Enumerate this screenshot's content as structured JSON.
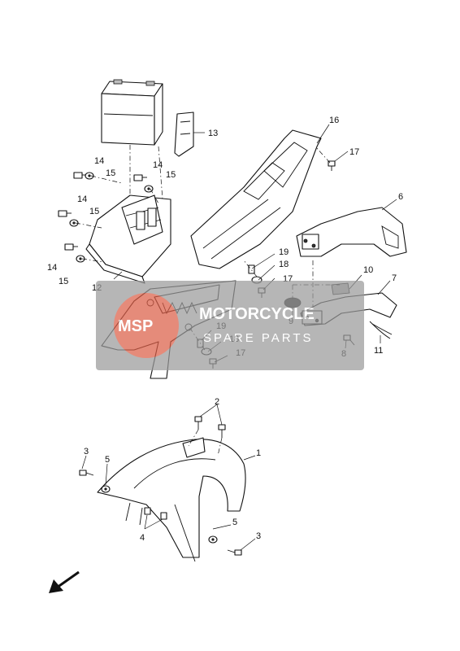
{
  "diagram": {
    "callouts": [
      {
        "id": "c1",
        "text": "1"
      },
      {
        "id": "c2",
        "text": "2"
      },
      {
        "id": "c3a",
        "text": "3"
      },
      {
        "id": "c3b",
        "text": "3"
      },
      {
        "id": "c4",
        "text": "4"
      },
      {
        "id": "c5a",
        "text": "5"
      },
      {
        "id": "c5b",
        "text": "5"
      },
      {
        "id": "c6",
        "text": "6"
      },
      {
        "id": "c7",
        "text": "7"
      },
      {
        "id": "c8",
        "text": "8"
      },
      {
        "id": "c9",
        "text": "9"
      },
      {
        "id": "c10",
        "text": "10"
      },
      {
        "id": "c11",
        "text": "11"
      },
      {
        "id": "c12",
        "text": "12"
      },
      {
        "id": "c13",
        "text": "13"
      },
      {
        "id": "c14a",
        "text": "14"
      },
      {
        "id": "c14b",
        "text": "14"
      },
      {
        "id": "c14c",
        "text": "14"
      },
      {
        "id": "c14d",
        "text": "14"
      },
      {
        "id": "c15a",
        "text": "15"
      },
      {
        "id": "c15b",
        "text": "15"
      },
      {
        "id": "c15c",
        "text": "15"
      },
      {
        "id": "c15d",
        "text": "15"
      },
      {
        "id": "c16",
        "text": "16"
      },
      {
        "id": "c17a",
        "text": "17"
      },
      {
        "id": "c17b",
        "text": "17"
      },
      {
        "id": "c17c",
        "text": "17"
      },
      {
        "id": "c18a",
        "text": "18"
      },
      {
        "id": "c18b",
        "text": "18"
      },
      {
        "id": "c19a",
        "text": "19"
      },
      {
        "id": "c19b",
        "text": "19"
      }
    ]
  },
  "watermark": {
    "logo_text": "MSP",
    "line1": "MOTORCYCLE",
    "line2": "SPARE PARTS",
    "accent_color": "#e8553a",
    "box_color": "#9a9a9a"
  },
  "orientation_icon": "front-direction-arrow-icon"
}
